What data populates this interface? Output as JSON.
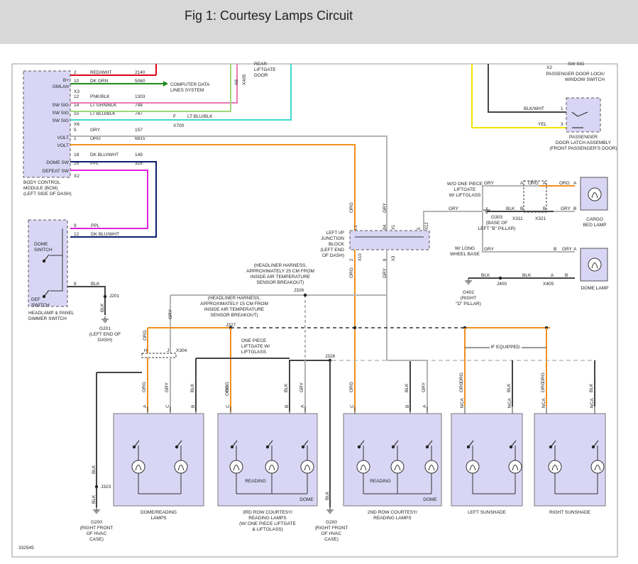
{
  "header": {
    "title": "Fig 1: Courtesy Lamps Circuit"
  },
  "diagram": {
    "figure_id": "332545",
    "wire_colors": {
      "red": "#e0001b",
      "green": "#1f8a1f",
      "pink": "#e87ab4",
      "ltgrn": "#9fd67a",
      "ltblu": "#3fd9cf",
      "gry": "#b4b4b4",
      "org": "#f0901c",
      "ppl": "#e21ee0",
      "dkblu": "#0a1e6e",
      "yel": "#f2e400",
      "blk": "#444444",
      "module_fill": "#d9d6f5"
    },
    "bcm": {
      "label": [
        "BODY CONTROL",
        "MODULE (BCM)",
        "(LEFT SIDE OF DASH)"
      ],
      "pins": [
        {
          "name": "B+",
          "pin": "2",
          "wire": "RED/WHT",
          "circuit": "2140"
        },
        {
          "name": "GMLAN",
          "pin": "10",
          "wire": "DK GRN",
          "circuit": "5060"
        },
        {
          "name": "SW SIG",
          "pin": "12",
          "wire": "PNK/BLK",
          "circuit": "1303"
        },
        {
          "name": "SW SIG",
          "pin": "14",
          "wire": "LT GRN/BLK",
          "circuit": "748"
        },
        {
          "name": "SW SIG",
          "pin": "15",
          "wire": "LT BLU/BLK",
          "circuit": "747"
        },
        {
          "name": "VOLT",
          "pin": "5",
          "wire": "GRY",
          "circuit": "157"
        },
        {
          "name": "VOLT",
          "pin": "1",
          "wire": "ORG",
          "circuit": "6815"
        },
        {
          "name": "DOME SW",
          "pin": "18",
          "wire": "DK BLU/WHT",
          "circuit": "149"
        },
        {
          "name": "DEFEAT SW",
          "pin": "25",
          "wire": "PPL",
          "circuit": "328"
        }
      ],
      "connectors": [
        "X3",
        "X6",
        "X2"
      ],
      "computer_data": [
        "COMPUTER DATA",
        "LINES SYSTEM"
      ],
      "rear_door": [
        "REAR",
        "LIFTGATE",
        "DOOR"
      ],
      "x405_a": "X405",
      "a6": "A6",
      "ltblu_wire": "LT BLU/BLK",
      "pin_f": "F",
      "x700": "X700"
    },
    "headlamp_switch": {
      "label": [
        "HEADLAMP & PANEL",
        "DIMMER SWITCH"
      ],
      "dome_switch": [
        "DOME",
        "SWITCH"
      ],
      "def_switch": [
        "DEF",
        "SWITCH"
      ],
      "pins": [
        {
          "pin": "9",
          "wire": "PPL"
        },
        {
          "pin": "12",
          "wire": "DK BLU/WHT"
        },
        {
          "pin": "8",
          "wire": "BLK"
        }
      ],
      "j201": "J201",
      "blk": "BLK",
      "g201": [
        "G201",
        "(LEFT END OF",
        "DASH)"
      ]
    },
    "passenger": {
      "x2": "X2",
      "sw_sig": "SW SIG",
      "lock_label": [
        "PASSENGER DOOR LOCK/",
        "WINDOW SWITCH"
      ],
      "latch_label": [
        "PASSENGER",
        "DOOR LATCH ASSEMBLY",
        "(FRONT PASSENGER'S DOOR)"
      ],
      "wires": [
        {
          "pin": "1",
          "wire": "BLK/WHT"
        },
        {
          "pin": "3",
          "wire": "YEL"
        }
      ]
    },
    "junction": {
      "label": [
        "LEFT I/P",
        "JUNCTION",
        "BLOCK",
        "(LEFT END",
        "OF DASH)"
      ],
      "pins": [
        "L1",
        "B4",
        "X1",
        "5",
        "X12",
        "2",
        "X10",
        "8",
        "X3"
      ],
      "wires": [
        "ORG",
        "GRY",
        "ORG",
        "GRY"
      ]
    },
    "cargo": {
      "wo_label": [
        "W/O ONE PIECE",
        "LIFTGATE",
        "W/ LIFTGLASS"
      ],
      "w_label": [
        "W/ LONG",
        "WHEEL BASE"
      ],
      "g303": [
        "G303",
        "(BASE OF",
        "LEFT \"B\" PILLAR)"
      ],
      "g402": [
        "G402",
        "(RIGHT",
        "\"D\" PILLAR)"
      ],
      "connectors": [
        "X311",
        "X321",
        "J400",
        "X405"
      ],
      "pin_labels": [
        "A",
        "B"
      ],
      "wires": [
        "GRY",
        "ORG",
        "BLK"
      ],
      "cargo_lamp": [
        "CARGO",
        "BED LAMP"
      ],
      "dome_lamp": "DOME LAMP"
    },
    "harness": {
      "note_25": [
        "(HEADLINER HARNESS,",
        "APPROXIMATELY 25 CM FROM",
        "INSIDE AIR TEMPERATURE",
        "SENSOR BREAKOUT)"
      ],
      "note_15": [
        "(HEADLINER HARNESS,",
        "APPROXIMATELY 15 CM FROM",
        "INSIDE AIR TEMPERATURE",
        "SENSOR BREAKOUT)"
      ],
      "j326": "J326",
      "j327": "J327",
      "j328": "J328",
      "x304": "X304",
      "one_piece": [
        "ONE PIECE",
        "LIFTGATE W/",
        "LIFTGLASS"
      ],
      "if_equipped": "IF EQUIPPED",
      "wire_org": "ORG",
      "wire_gry": "GRY",
      "wire_blk": "BLK",
      "pin_h": "H",
      "pin_j": "J"
    },
    "lamps": [
      {
        "title": [
          "DOME/READING",
          "LAMPS"
        ],
        "pins": [
          "A",
          "C",
          "B"
        ],
        "wires": [
          "ORG",
          "GRY",
          "BLK"
        ]
      },
      {
        "title": [
          "3RD ROW COURTESY/",
          "READING LAMPS",
          "(W/ ONE PIECE LIFTGATE",
          "& LIFTGLASS)"
        ],
        "pins": [
          "C",
          "B",
          "A"
        ],
        "wires": [
          "ORG",
          "BLK",
          "GRY"
        ],
        "inner": [
          "READING",
          "DOME"
        ]
      },
      {
        "title": [
          "2ND ROW COURTESY/",
          "READING LAMPS"
        ],
        "pins": [
          "C",
          "B",
          "A"
        ],
        "wires": [
          "ORG",
          "BLK",
          "GRY"
        ],
        "inner": [
          "READING",
          "DOME"
        ]
      },
      {
        "title": [
          "LEFT SUNSHADE"
        ],
        "pins": [
          "NCA",
          "NCA"
        ],
        "wires": [
          "ORG",
          "BLK"
        ]
      },
      {
        "title": [
          "RIGHT SUNSHADE"
        ],
        "pins": [
          "NCA",
          "NCA"
        ],
        "wires": [
          "ORG",
          "BLK"
        ]
      }
    ],
    "grounds": {
      "j323": "J323",
      "blk": "BLK",
      "g200_left": [
        "G200",
        "(RIGHT FRONT",
        "OF HVAC",
        "CASE)"
      ],
      "g200_right": [
        "G200",
        "(RIGHT FRONT",
        "OF HVAC",
        "CASE)"
      ]
    }
  }
}
